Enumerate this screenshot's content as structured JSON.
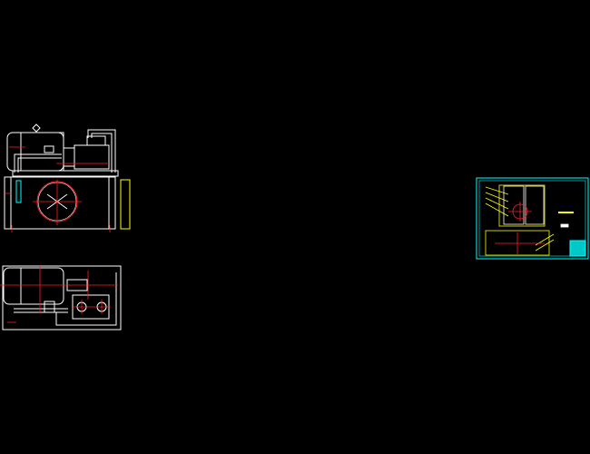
{
  "canvas": {
    "background": "#000000"
  },
  "colors": {
    "outline": "#ffffff",
    "centerline": "#ff2020",
    "dimension": "#ffff00",
    "sheet_border": "#00ffff"
  },
  "views": [
    "front-view",
    "top-view",
    "sheet-thumbnail"
  ]
}
